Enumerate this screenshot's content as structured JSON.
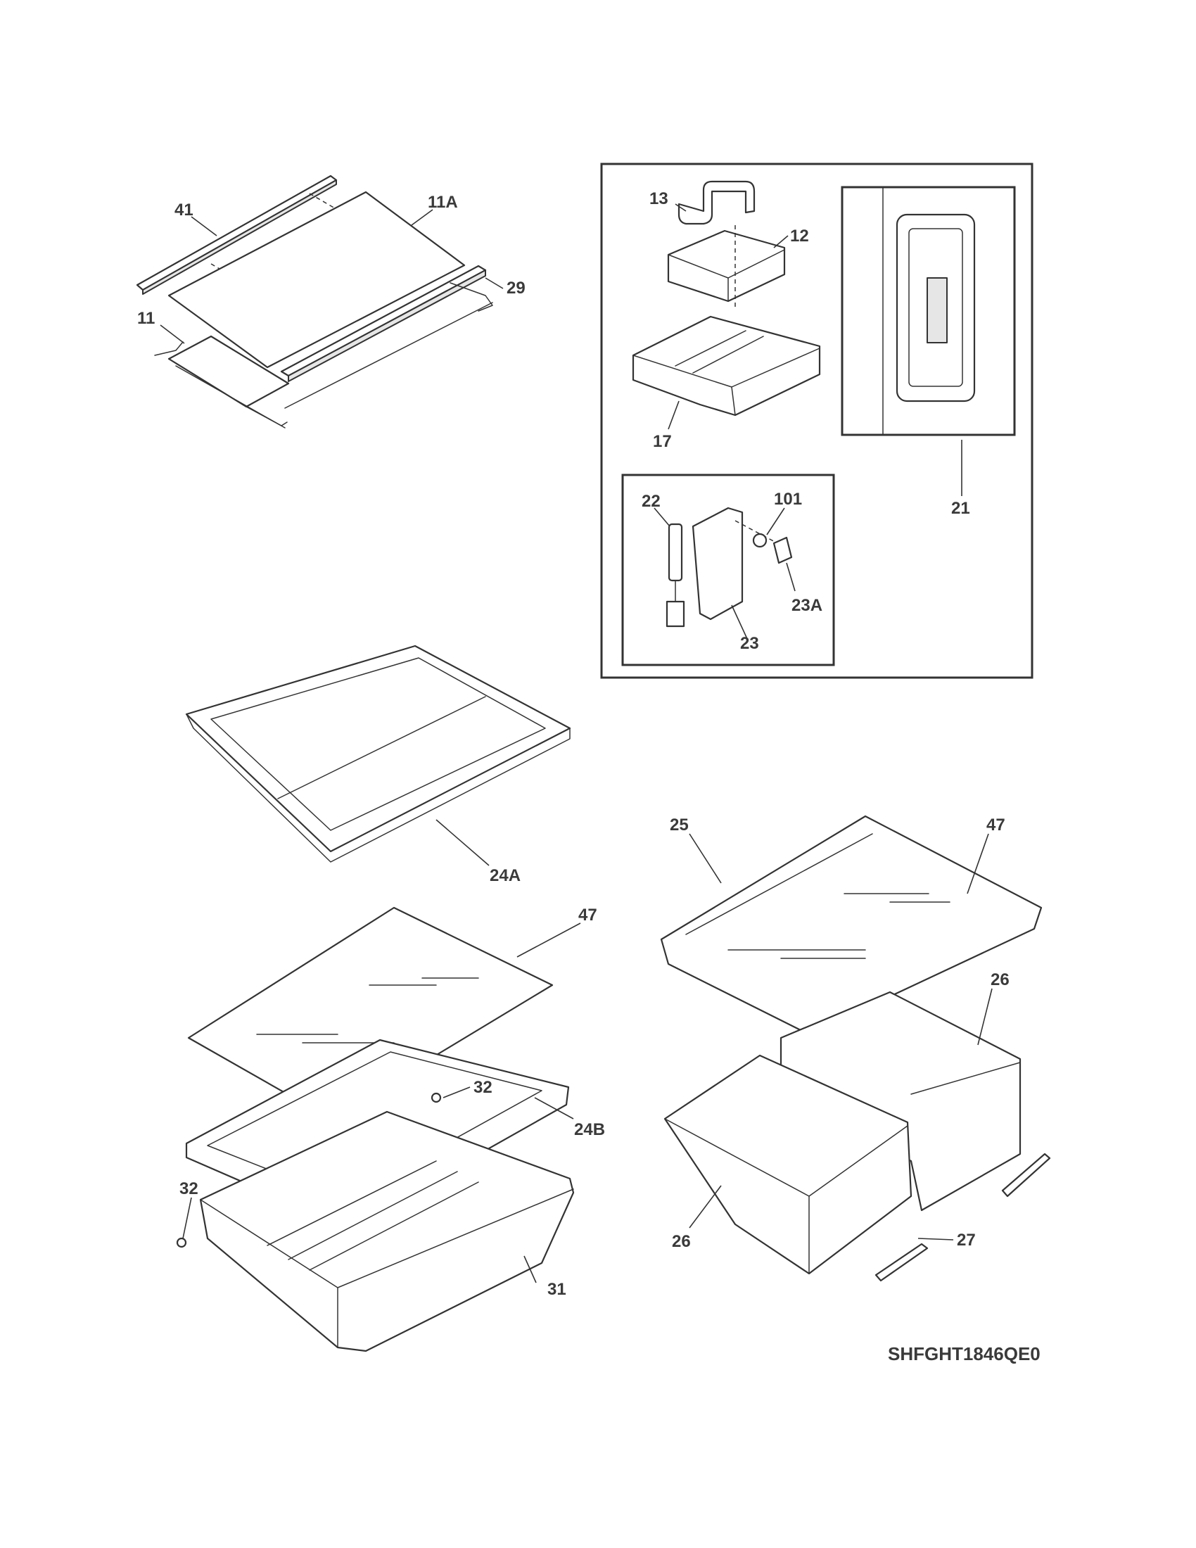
{
  "diagram_code": "SHFGHT1846QE0",
  "callouts": {
    "c41": "41",
    "c11a": "11A",
    "c29": "29",
    "c11": "11",
    "c13": "13",
    "c12": "12",
    "c17": "17",
    "c21": "21",
    "c22": "22",
    "c101": "101",
    "c23a": "23A",
    "c23": "23",
    "c24a": "24A",
    "c25": "25",
    "c47_right": "47",
    "c47_left": "47",
    "c26_top": "26",
    "c32_top": "32",
    "c24b": "24B",
    "c32_left": "32",
    "c26_bottom": "26",
    "c27": "27",
    "c31": "31"
  }
}
